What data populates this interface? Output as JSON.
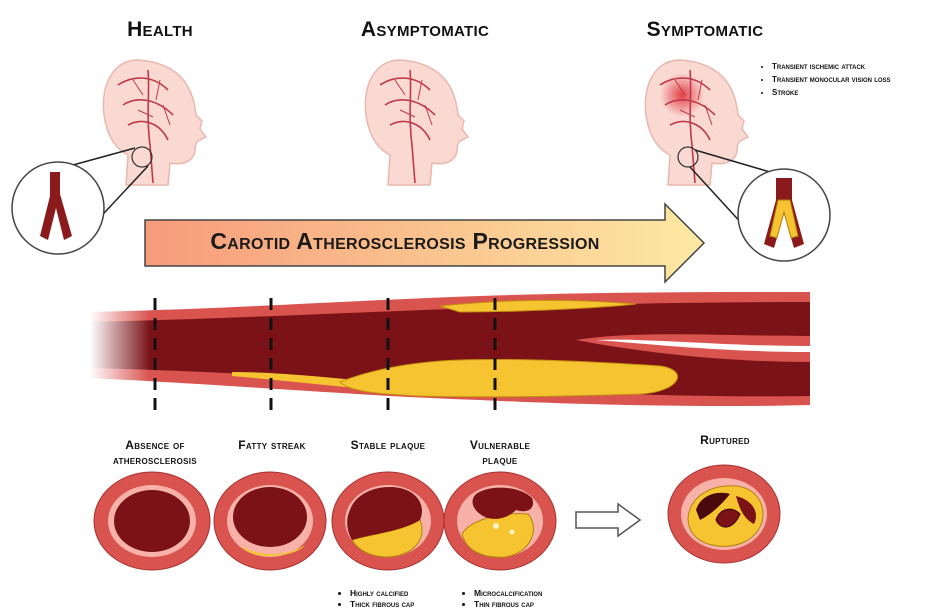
{
  "stages": [
    {
      "title": "Health"
    },
    {
      "title": "Asymptomatic"
    },
    {
      "title": "Symptomatic"
    }
  ],
  "symptoms": [
    "Transient ischemic attack",
    "Transient monocular vision loss",
    "Stroke"
  ],
  "progression_label": "Carotid Atherosclerosis Progression",
  "plaque_stages": [
    {
      "label": "Absence of atherosclerosis"
    },
    {
      "label": "Fatty streak"
    },
    {
      "label": "Stable plaque"
    },
    {
      "label": "Vulnerable plaque"
    },
    {
      "label": "Ruptured"
    }
  ],
  "stable_features": [
    "Highly calcified",
    "Thick fibrous cap"
  ],
  "vulnerable_features": [
    "Microcalcification",
    "Thin fibrous cap"
  ],
  "colors": {
    "vessel_wall": "#d9534f",
    "lumen": "#6b0f14",
    "plaque": "#f6c431",
    "skin": "#f9d9d2",
    "arrow_fill_start": "#f59e7b",
    "arrow_fill_end": "#fbe7a0"
  }
}
